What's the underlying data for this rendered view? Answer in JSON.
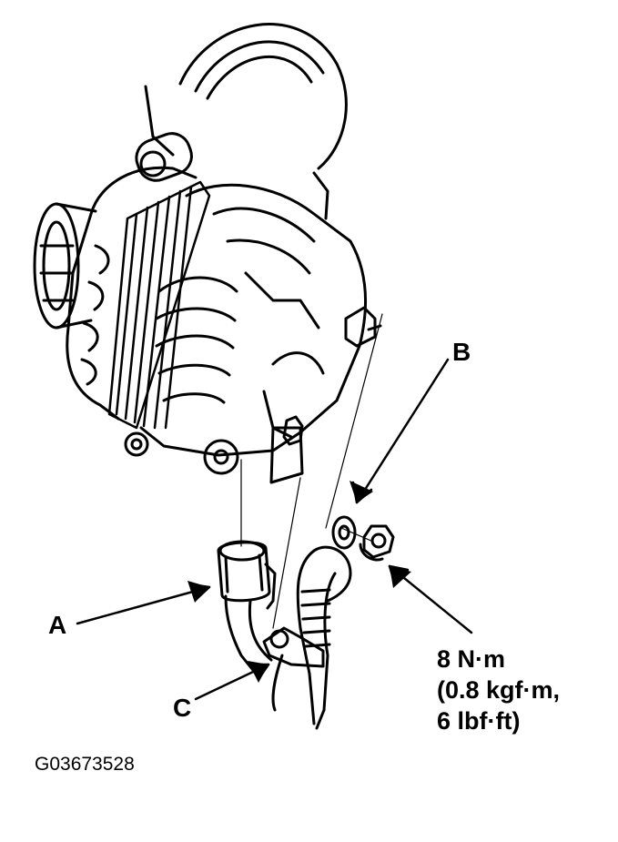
{
  "callouts": {
    "a": "A",
    "b": "B",
    "c": "C"
  },
  "torque": {
    "line1": "8 N·m",
    "line2": "(0.8 kgf·m,",
    "line3": "6 lbf·ft)"
  },
  "figure_id": "G03673528",
  "colors": {
    "ink": "#000000",
    "paper": "#ffffff"
  }
}
